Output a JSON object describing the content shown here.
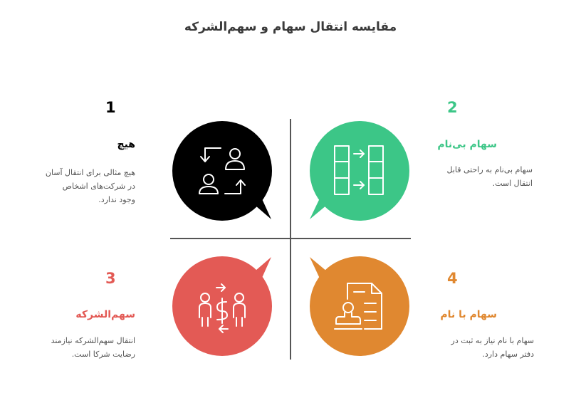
{
  "title": "مقایسه انتقال سهام و سهم‌الشرکه",
  "colors": {
    "black": "#000000",
    "green": "#3cc687",
    "red": "#e35a55",
    "orange": "#e08830",
    "gray_text": "#555555"
  },
  "quadrants": [
    {
      "number": "1",
      "label": "هیچ",
      "description": [
        "هیچ مثالی برای انتقال آسان",
        "در شرکت‌های اشخاص",
        "وجود ندارد."
      ],
      "icon": "people-exchange-icon"
    },
    {
      "number": "2",
      "label": "سهام بی‌نام",
      "description": [
        "سهام بی‌نام به راحتی قابل",
        "انتقال است."
      ],
      "icon": "grid-transfer-icon"
    },
    {
      "number": "3",
      "label": "سهم‌الشرکه",
      "description": [
        "انتقال سهم‌الشرکه نیازمند",
        "رضایت شرکا است."
      ],
      "icon": "money-exchange-icon"
    },
    {
      "number": "4",
      "label": "سهام با نام",
      "description": [
        "سهام با نام نیاز به ثبت در",
        "دفتر سهام دارد."
      ],
      "icon": "document-stamp-icon"
    }
  ]
}
